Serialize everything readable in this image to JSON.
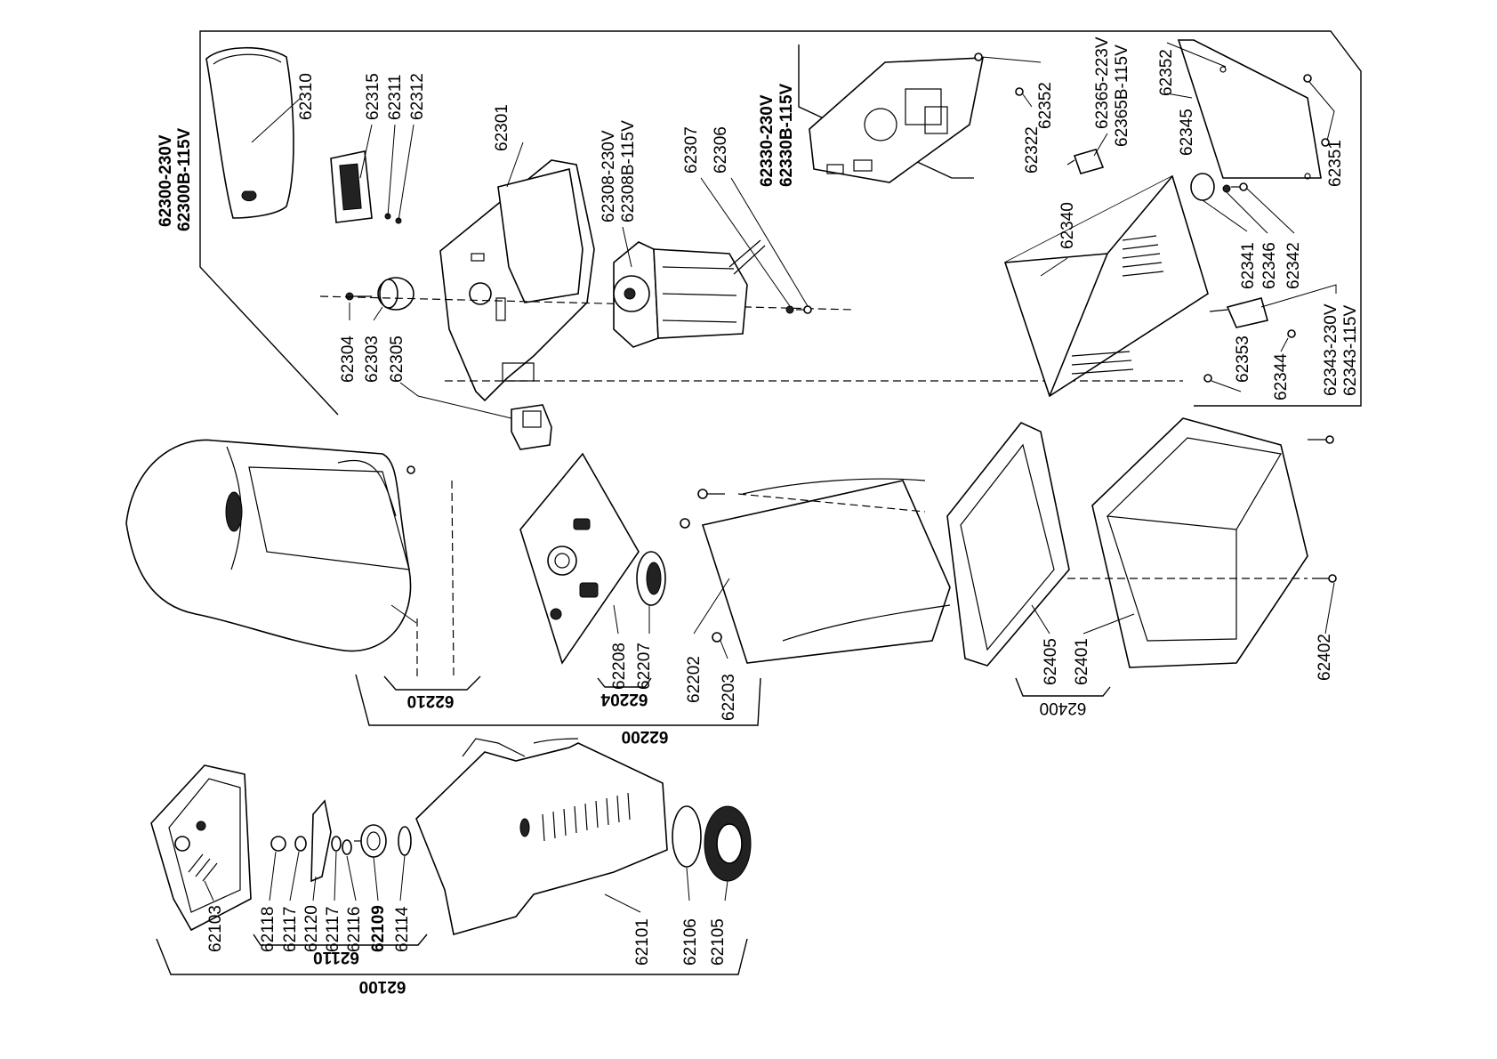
{
  "parts": {
    "p62310": "62310",
    "p62315": "62315",
    "p62311": "62311",
    "p62312": "62312",
    "p62301": "62301",
    "p62308": "62308-230V",
    "p62308b": "62308B-115V",
    "p62307": "62307",
    "p62306": "62306",
    "p62304": "62304",
    "p62303": "62303",
    "p62305": "62305",
    "p62330": "62330-230V",
    "p62330b": "62330B-115V",
    "p62322": "62322",
    "p62352a": "62352",
    "p62365": "62365-223V",
    "p62365b": "62365B-115V",
    "p62352b": "62352",
    "p62345": "62345",
    "p62351": "62351",
    "p62340": "62340",
    "p62341": "62341",
    "p62346": "62346",
    "p62342": "62342",
    "p62353": "62353",
    "p62344": "62344",
    "p62343": "62343-230V",
    "p62343b": "62343-115V",
    "p62208": "62208",
    "p62207": "62207",
    "p62202": "62202",
    "p62203": "62203",
    "p62405": "62405",
    "p62401": "62401",
    "p62402": "62402",
    "p62103": "62103",
    "p62118": "62118",
    "p62117a": "62117",
    "p62120": "62120",
    "p62117b": "62117",
    "p62116": "62116",
    "p62109": "62109",
    "p62114": "62114",
    "p62101": "62101",
    "p62106": "62106",
    "p62105": "62105"
  },
  "assemblies": {
    "a62300": "62300-230V",
    "a62300b": "62300B-115V",
    "a62210": "62210",
    "a62204": "62204",
    "a62200": "62200",
    "a62400": "62400",
    "a62110": "62110",
    "a62100": "62100"
  }
}
